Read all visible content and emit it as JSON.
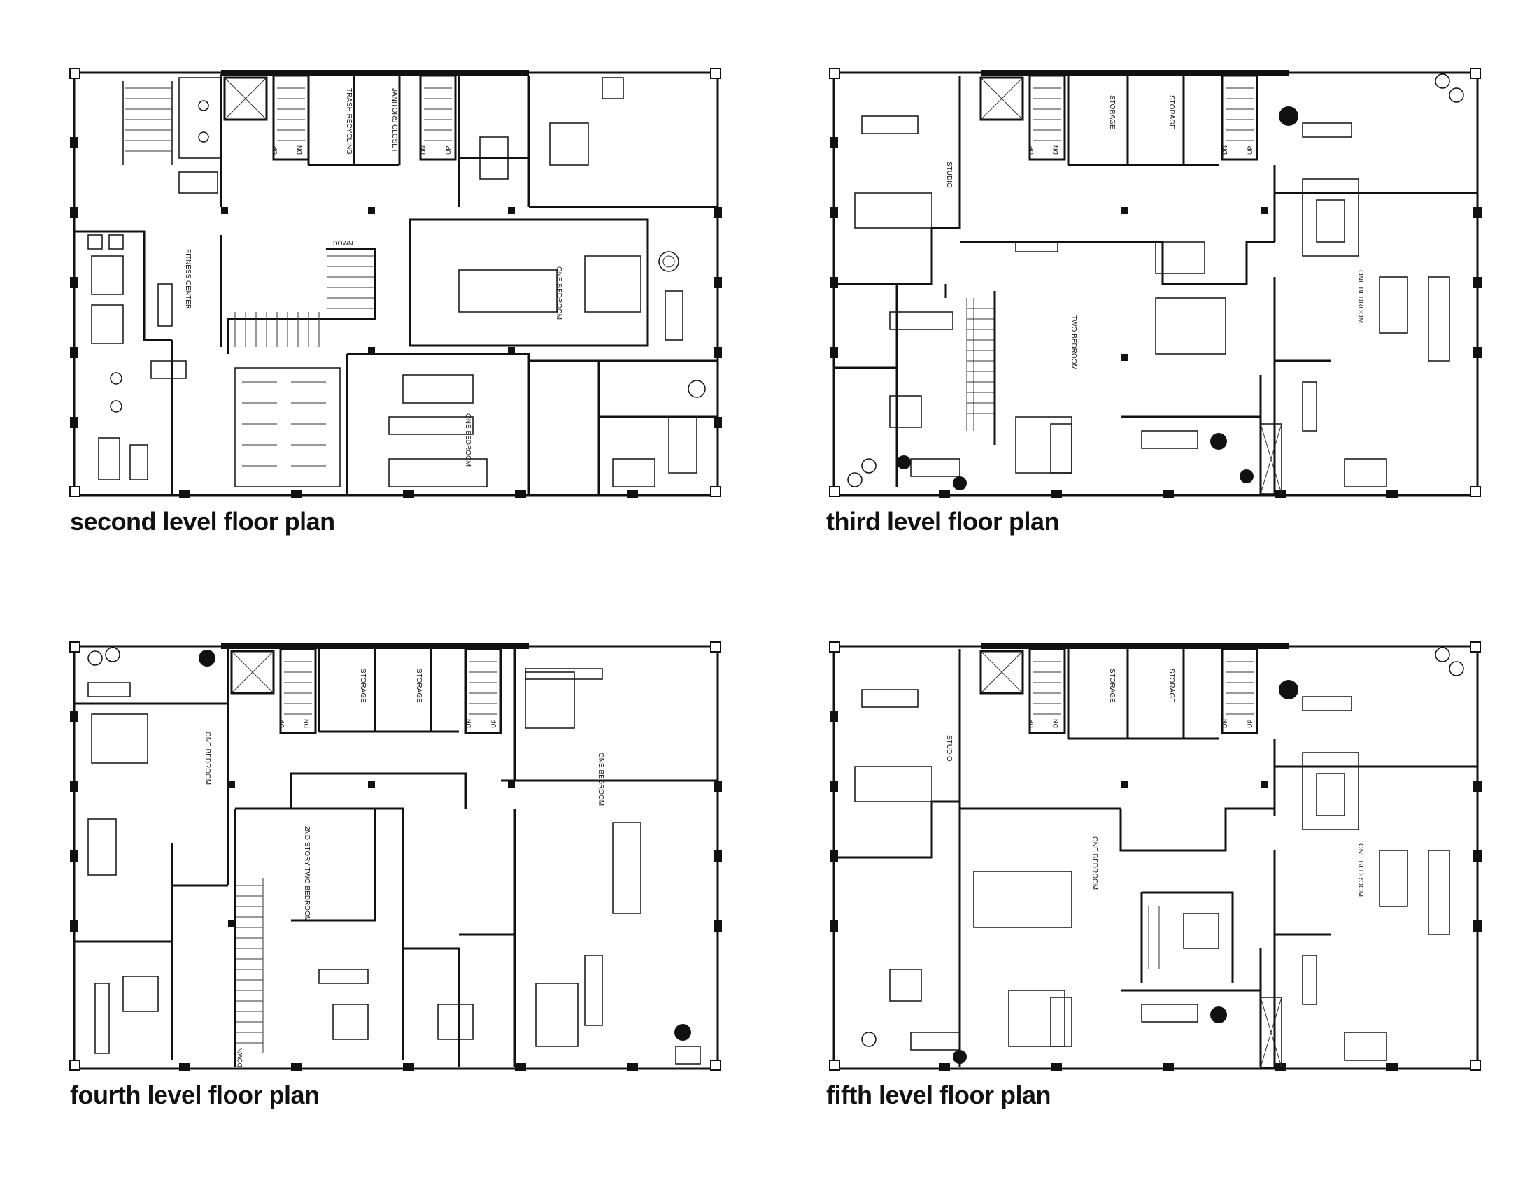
{
  "plans": [
    {
      "caption": "second level floor plan",
      "rooms": [
        "FITNESS CENTER",
        "TRASH RECYCLING",
        "JANITORS CLOSET",
        "ONE BEDROOM",
        "ONE BEDROOM",
        "DOWN"
      ],
      "stair_labels": [
        "UP",
        "DN",
        "DN",
        "UP"
      ]
    },
    {
      "caption": "third level floor plan",
      "rooms": [
        "STUDIO",
        "STORAGE",
        "STORAGE",
        "TWO BEDROOM",
        "ONE BEDROOM"
      ],
      "stair_labels": [
        "UP",
        "DN",
        "DN",
        "UP"
      ]
    },
    {
      "caption": "fourth level floor plan",
      "rooms": [
        "ONE BEDROOM",
        "STORAGE",
        "STORAGE",
        "2ND STORY TWO BEDROOM",
        "ONE BEDROOM",
        "DOWN"
      ],
      "stair_labels": [
        "UP",
        "DN",
        "DN",
        "UP"
      ]
    },
    {
      "caption": "fifth level floor plan",
      "rooms": [
        "STUDIO",
        "STORAGE",
        "STORAGE",
        "ONE BEDROOM",
        "ONE BEDROOM"
      ],
      "stair_labels": [
        "UP",
        "DN",
        "DN",
        "UP"
      ]
    }
  ]
}
